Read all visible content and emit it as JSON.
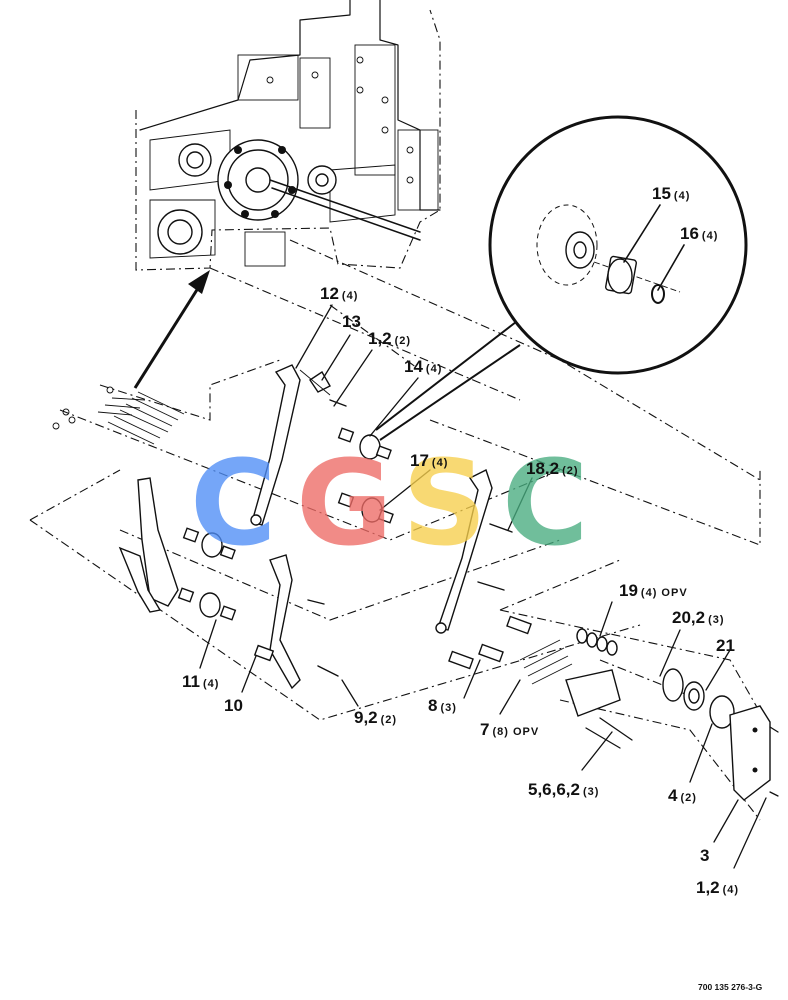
{
  "callouts": [
    {
      "id": "c12",
      "num": "12",
      "qty": "(4)"
    },
    {
      "id": "c13",
      "num": "13",
      "qty": ""
    },
    {
      "id": "c1-2-top",
      "num": "1,2",
      "qty": "(2)"
    },
    {
      "id": "c14",
      "num": "14",
      "qty": "(4)"
    },
    {
      "id": "c15",
      "num": "15",
      "qty": "(4)"
    },
    {
      "id": "c16",
      "num": "16",
      "qty": "(4)"
    },
    {
      "id": "c17",
      "num": "17",
      "qty": "(4)"
    },
    {
      "id": "c18-2",
      "num": "18,2",
      "qty": "(2)"
    },
    {
      "id": "c19",
      "num": "19",
      "qty": "(4) OPV"
    },
    {
      "id": "c20-2",
      "num": "20,2",
      "qty": "(3)"
    },
    {
      "id": "c21",
      "num": "21",
      "qty": ""
    },
    {
      "id": "c11",
      "num": "11",
      "qty": "(4)"
    },
    {
      "id": "c10",
      "num": "10",
      "qty": ""
    },
    {
      "id": "c9-2",
      "num": "9,2",
      "qty": "(2)"
    },
    {
      "id": "c8",
      "num": "8",
      "qty": "(3)"
    },
    {
      "id": "c7",
      "num": "7",
      "qty": "(8) OPV"
    },
    {
      "id": "c5-6-6-2",
      "num": "5,6,6,2",
      "qty": "(3)"
    },
    {
      "id": "c4",
      "num": "4",
      "qty": "(2)"
    },
    {
      "id": "c3",
      "num": "3",
      "qty": ""
    },
    {
      "id": "c1-2-bottom",
      "num": "1,2",
      "qty": "(4)"
    }
  ],
  "drawing_number": "700 135 276-3-G",
  "watermark": {
    "letters": [
      "C",
      "G",
      "S",
      "C"
    ],
    "colors": [
      "#4f8ef7",
      "#ee6b66",
      "#f7cf4c",
      "#48ad80"
    ]
  }
}
